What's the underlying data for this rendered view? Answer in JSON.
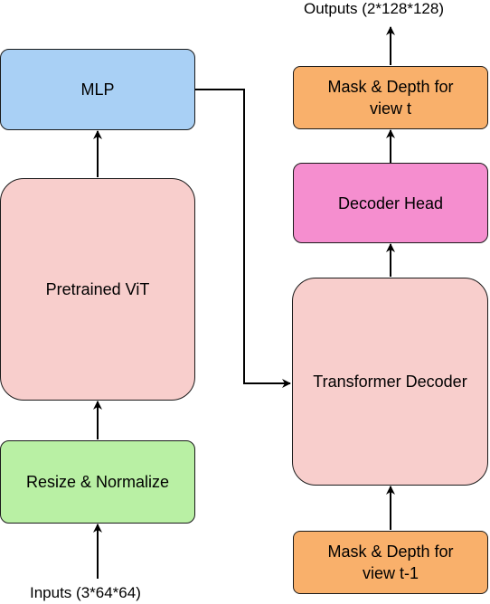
{
  "nodes": {
    "mlp": {
      "label": "MLP",
      "color": "#a9d0f5"
    },
    "vit": {
      "label": "Pretrained ViT",
      "color": "#f8cecc"
    },
    "resize": {
      "label": "Resize & Normalize",
      "color": "#b9f0a4"
    },
    "transformer": {
      "label": "Transformer Decoder",
      "color": "#f8cecc"
    },
    "decoder_head": {
      "label": "Decoder Head",
      "color": "#f58ecf"
    },
    "mask_out": {
      "label_line1": "Mask & Depth for",
      "label_line2": "view t",
      "color": "#f9b06b"
    },
    "mask_in": {
      "label_line1": "Mask & Depth for",
      "label_line2": "view t-1",
      "color": "#f9b06b"
    }
  },
  "labels": {
    "inputs": "Inputs (3*64*64)",
    "outputs": "Outputs (2*128*128)"
  },
  "edges": [
    {
      "from": "inputs",
      "to": "resize"
    },
    {
      "from": "resize",
      "to": "vit"
    },
    {
      "from": "vit",
      "to": "mlp"
    },
    {
      "from": "mlp",
      "to": "transformer"
    },
    {
      "from": "mask_in",
      "to": "transformer"
    },
    {
      "from": "transformer",
      "to": "decoder_head"
    },
    {
      "from": "decoder_head",
      "to": "mask_out"
    },
    {
      "from": "mask_out",
      "to": "outputs"
    }
  ]
}
